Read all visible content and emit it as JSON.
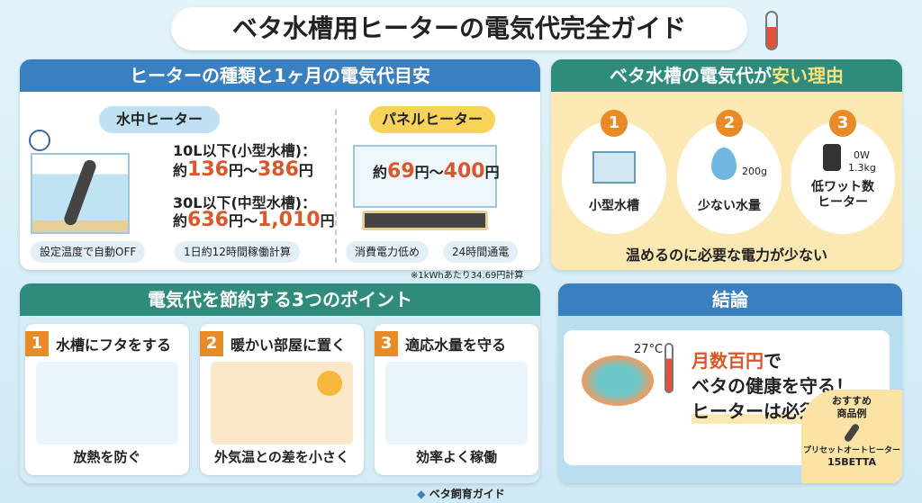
{
  "title": "ベタ水槽用ヒーターの電気代完全ガイド",
  "types": {
    "header": "ヒーターの種類と1ヶ月の電気代目安",
    "submersible": {
      "label": "水中ヒーター",
      "small_label": "10L以下(小型水槽)：",
      "small_prefix": "約",
      "small_min": "136",
      "small_mid": "円～",
      "small_max": "386",
      "yen": "円",
      "mid_label": "30L以下(中型水槽)：",
      "mid_prefix": "約",
      "mid_min": "636",
      "mid_mid": "円～",
      "mid_max": "1,010",
      "tags": [
        "設定温度で自動OFF",
        "1日約12時間稼働計算"
      ]
    },
    "panel": {
      "label": "パネルヒーター",
      "prefix": "約",
      "min": "69",
      "mid": "円～",
      "max": "400",
      "yen": "円",
      "tags": [
        "消費電力低め",
        "24時間通電"
      ]
    },
    "note": "※1kWhあたり34.69円計算"
  },
  "reasons": {
    "header_a": "ベタ水槽の電気代が",
    "header_b": "安い理由",
    "items": [
      {
        "n": "1",
        "label": "小型水槽"
      },
      {
        "n": "2",
        "label": "少ない水量",
        "sub": "200g"
      },
      {
        "n": "3",
        "label": "低ワット数ヒーター",
        "sub": "0W",
        "sub2": "1.3kg"
      }
    ],
    "summary": "温めるのに必要な電力が少ない"
  },
  "tips": {
    "header": "電気代を節約する3つのポイント",
    "items": [
      {
        "n": "1",
        "title": "水槽にフタをする",
        "caption": "放熱を防ぐ"
      },
      {
        "n": "2",
        "title": "暖かい部屋に置く",
        "caption": "外気温との差を小さく"
      },
      {
        "n": "3",
        "title": "適応水量を守る",
        "caption": "効率よく稼働"
      }
    ]
  },
  "conclusion": {
    "header": "結論",
    "temp": "27°C",
    "line1_hl": "月数百円",
    "line1": "で",
    "line2": "ベタの健康を守る！",
    "line3": "ヒーターは必須！",
    "rec_title1": "おすすめ",
    "rec_title2": "商品例",
    "rec_product": "プリセットオートヒーター",
    "rec_model": "15BETTA"
  },
  "footer": "ベタ飼育ガイド",
  "colors": {
    "blue": "#3a7fbf",
    "teal": "#2f8c7c",
    "orange": "#e88a25",
    "price": "#d9572b"
  }
}
